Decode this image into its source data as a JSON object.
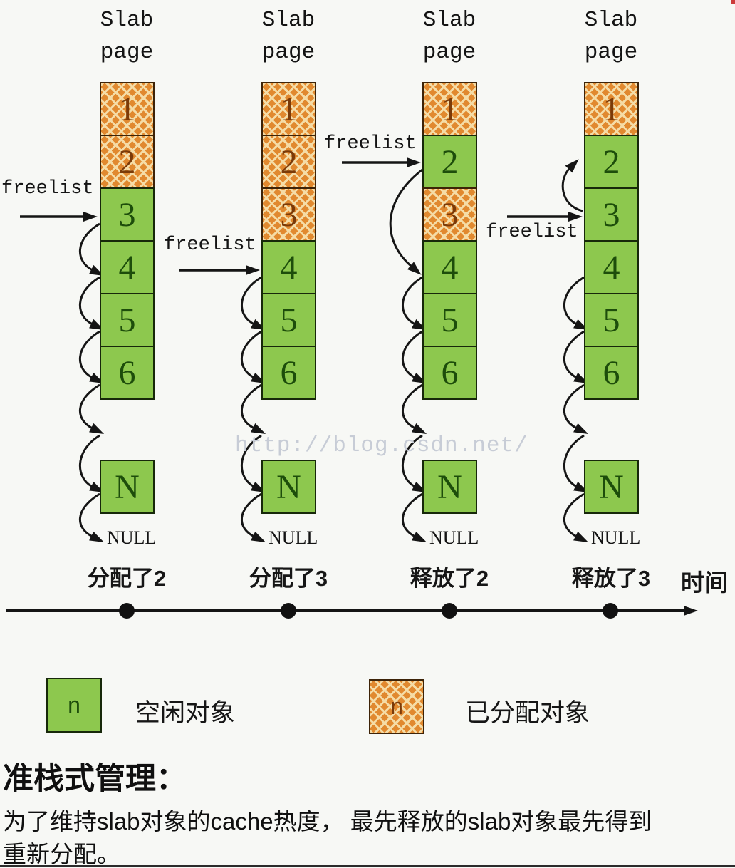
{
  "watermark": "http://blog.csdn.net/",
  "axis": {
    "label": "时间"
  },
  "columns": [
    {
      "title": "Slab page",
      "freelist_label": "freelist",
      "event_label": "分配了2",
      "cells": [
        {
          "label": "1",
          "state": "allocated"
        },
        {
          "label": "2",
          "state": "allocated"
        },
        {
          "label": "3",
          "state": "free"
        },
        {
          "label": "4",
          "state": "free"
        },
        {
          "label": "5",
          "state": "free"
        },
        {
          "label": "6",
          "state": "free"
        }
      ],
      "n_cell": {
        "label": "N",
        "state": "free"
      },
      "null_label": "NULL",
      "freelist_chain": [
        "3",
        "4",
        "5",
        "6",
        "N",
        "NULL"
      ]
    },
    {
      "title": "Slab page",
      "freelist_label": "freelist",
      "event_label": "分配了3",
      "cells": [
        {
          "label": "1",
          "state": "allocated"
        },
        {
          "label": "2",
          "state": "allocated"
        },
        {
          "label": "3",
          "state": "allocated"
        },
        {
          "label": "4",
          "state": "free"
        },
        {
          "label": "5",
          "state": "free"
        },
        {
          "label": "6",
          "state": "free"
        }
      ],
      "n_cell": {
        "label": "N",
        "state": "free"
      },
      "null_label": "NULL",
      "freelist_chain": [
        "4",
        "5",
        "6",
        "N",
        "NULL"
      ]
    },
    {
      "title": "Slab page",
      "freelist_label": "freelist",
      "event_label": "释放了2",
      "cells": [
        {
          "label": "1",
          "state": "allocated"
        },
        {
          "label": "2",
          "state": "free"
        },
        {
          "label": "3",
          "state": "allocated"
        },
        {
          "label": "4",
          "state": "free"
        },
        {
          "label": "5",
          "state": "free"
        },
        {
          "label": "6",
          "state": "free"
        }
      ],
      "n_cell": {
        "label": "N",
        "state": "free"
      },
      "null_label": "NULL",
      "freelist_chain": [
        "2",
        "4",
        "5",
        "6",
        "N",
        "NULL"
      ]
    },
    {
      "title": "Slab page",
      "freelist_label": "freelist",
      "event_label": "释放了3",
      "cells": [
        {
          "label": "1",
          "state": "allocated"
        },
        {
          "label": "2",
          "state": "free"
        },
        {
          "label": "3",
          "state": "free"
        },
        {
          "label": "4",
          "state": "free"
        },
        {
          "label": "5",
          "state": "free"
        },
        {
          "label": "6",
          "state": "free"
        }
      ],
      "n_cell": {
        "label": "N",
        "state": "free"
      },
      "null_label": "NULL",
      "freelist_chain": [
        "3",
        "2",
        "4",
        "5",
        "6",
        "N",
        "NULL"
      ]
    }
  ],
  "legend": [
    {
      "symbol": "n",
      "state": "free",
      "label": "空闲对象"
    },
    {
      "symbol": "n",
      "state": "allocated",
      "label": "已分配对象"
    }
  ],
  "footer": {
    "heading": "准栈式管理：",
    "line1": "为了维持slab对象的cache热度， 最先释放的slab对象最先得到",
    "line2": "重新分配。"
  },
  "colors": {
    "free_fill": "#8dc84e",
    "allocated_fill": "#e1892f",
    "lattice_line": "#f5dca6",
    "free_text": "#1d4d0b",
    "allocated_text": "#7b3a08",
    "arrow": "#151515"
  }
}
